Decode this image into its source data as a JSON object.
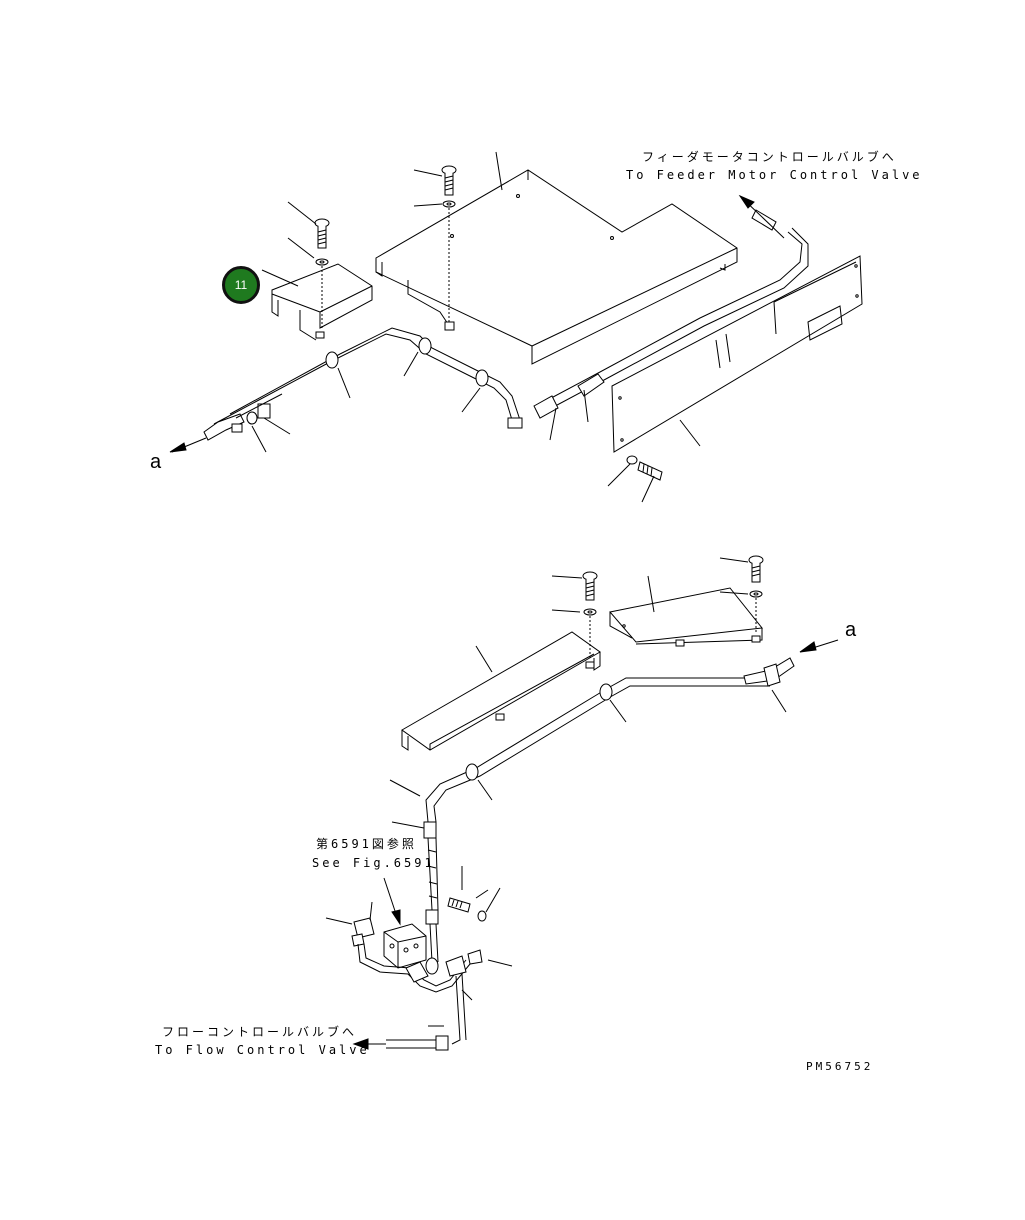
{
  "callout": {
    "number": "11",
    "color": "#1f7a1f"
  },
  "labels": {
    "feeder_jp": "フィーダモータコントロールバルブへ",
    "feeder_en": "To Feeder Motor Control Valve",
    "flow_jp": "フローコントロールバルブへ",
    "flow_en": "To Flow Control Valve",
    "see_fig_jp": "第6591図参照",
    "see_fig_en": "See Fig.6591",
    "ref_a_top": "a",
    "ref_a_bottom": "a",
    "drawing_code": "PM56752"
  }
}
